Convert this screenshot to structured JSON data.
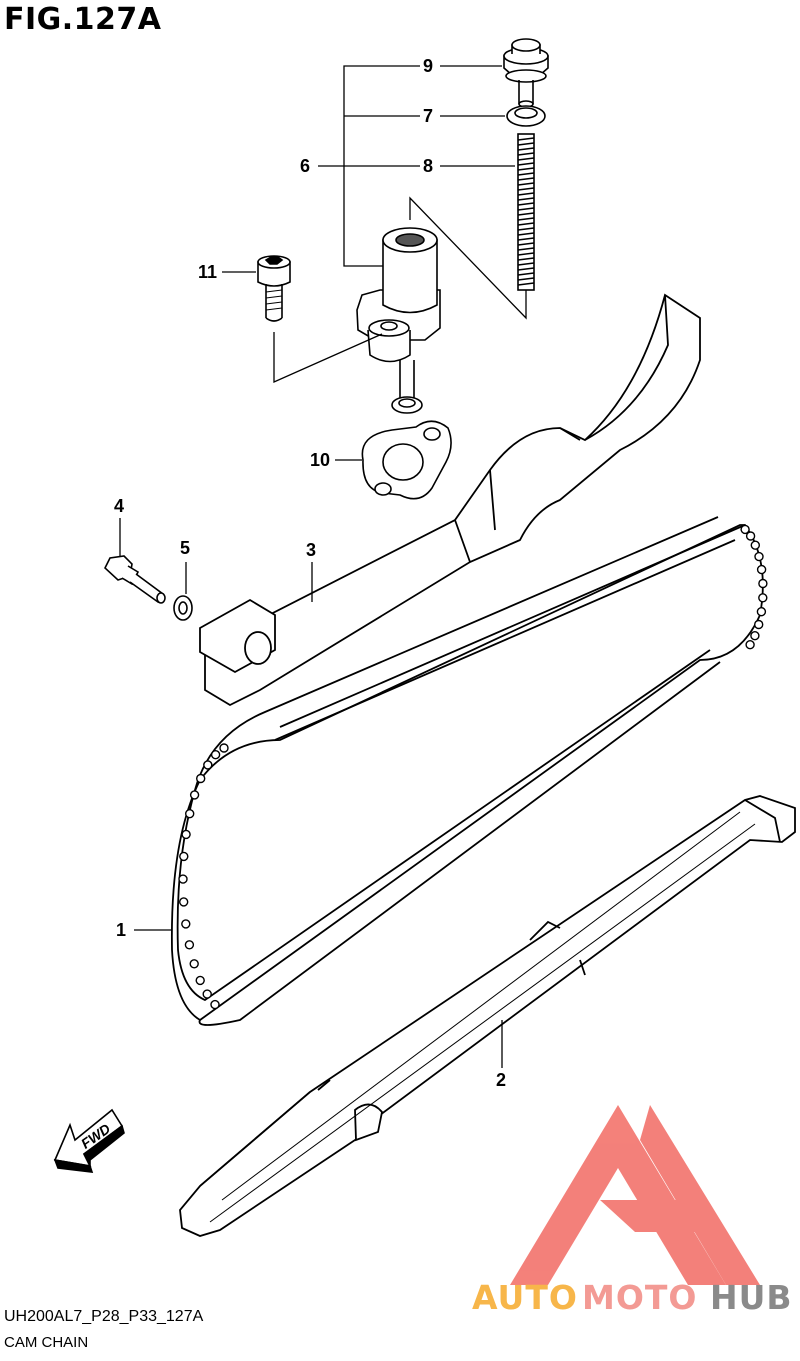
{
  "figure": {
    "title": "FIG.127A",
    "code": "UH200AL7_P28_P33_127A",
    "name": "CAM CHAIN",
    "fwd_label": "FWD"
  },
  "callouts": {
    "c1": "1",
    "c2": "2",
    "c3": "3",
    "c4": "4",
    "c5": "5",
    "c6": "6",
    "c7": "7",
    "c8": "8",
    "c9": "9",
    "c10": "10",
    "c11": "11"
  },
  "watermark": {
    "part1": "AUTO",
    "part2": "MOTO",
    "part3": "HUB",
    "color1": "#f7b64a",
    "color2": "#f39a94",
    "color3": "#8a8a8a",
    "logo_color": "#f26b63"
  }
}
